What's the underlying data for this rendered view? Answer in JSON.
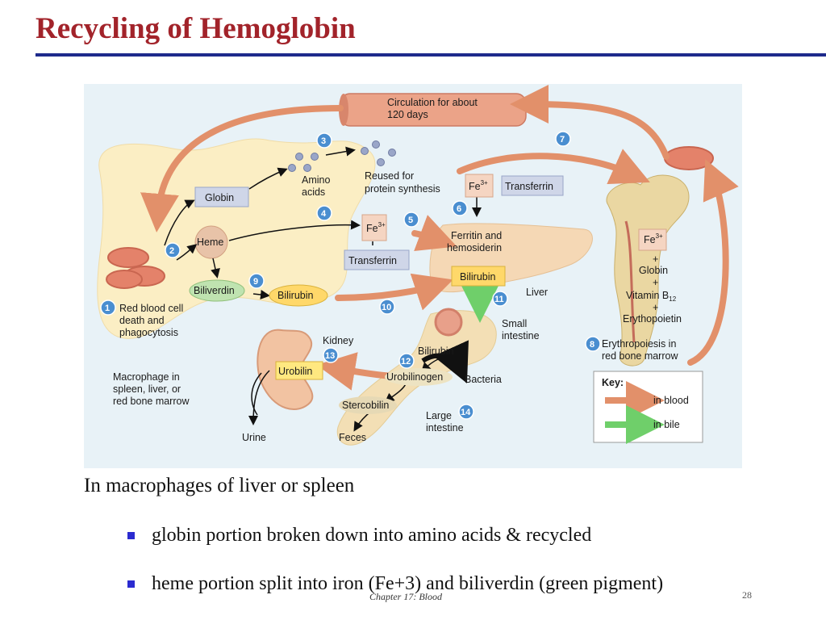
{
  "slide": {
    "title": "Recycling of Hemoglobin",
    "caption": "In macrophages of liver or spleen",
    "bullets": [
      "globin portion broken down into amino acids & recycled",
      "heme portion split into iron (Fe+3) and biliverdin (green pigment)"
    ],
    "footer": "Chapter 17: Blood",
    "page_number": "28"
  },
  "diagram": {
    "circulation_line1": "Circulation for about",
    "circulation_line2": "120 days",
    "globin": "Globin",
    "amino_line1": "Amino",
    "amino_line2": "acids",
    "reused_line1": "Reused for",
    "reused_line2": "protein synthesis",
    "heme": "Heme",
    "fe_symbol": "Fe",
    "fe_charge": "3+",
    "transferrin": "Transferrin",
    "ferritin_line1": "Ferritin and",
    "ferritin_line2": "hemosiderin",
    "biliverdin": "Biliverdin",
    "bilirubin": "Bilirubin",
    "liver": "Liver",
    "rbc_line1": "Red blood cell",
    "rbc_line2": "death and",
    "rbc_line3": "phagocytosis",
    "macrophage_line1": "Macrophage in",
    "macrophage_line2": "spleen, liver, or",
    "macrophage_line3": "red bone marrow",
    "kidney": "Kidney",
    "urobilin": "Urobilin",
    "urine": "Urine",
    "small_intestine_line1": "Small",
    "small_intestine_line2": "intestine",
    "urobilinogen": "Urobilinogen",
    "bacteria": "Bacteria",
    "stercobilin": "Stercobilin",
    "large_intestine_line1": "Large",
    "large_intestine_line2": "intestine",
    "feces": "Feces",
    "plus": "+",
    "globin_bm": "Globin",
    "vitamin": "Vitamin B",
    "vitamin_sub": "12",
    "erythropoietin": "Erythopoietin",
    "erythropoiesis_line1": "Erythropoiesis in",
    "erythropoiesis_line2": "red bone marrow",
    "key_title": "Key:",
    "key_blood": "in blood",
    "key_bile": "in bile",
    "steps": [
      "1",
      "2",
      "3",
      "4",
      "5",
      "6",
      "7",
      "8",
      "9",
      "10",
      "11",
      "12",
      "13",
      "14"
    ]
  },
  "colors": {
    "title": "#a2232a",
    "rule": "#1e2a8c",
    "blood_arrow": "#e2906a",
    "bile_arrow": "#6fcf6a",
    "step_badge": "#4a8ed0",
    "bullet": "#2b2bd0"
  }
}
